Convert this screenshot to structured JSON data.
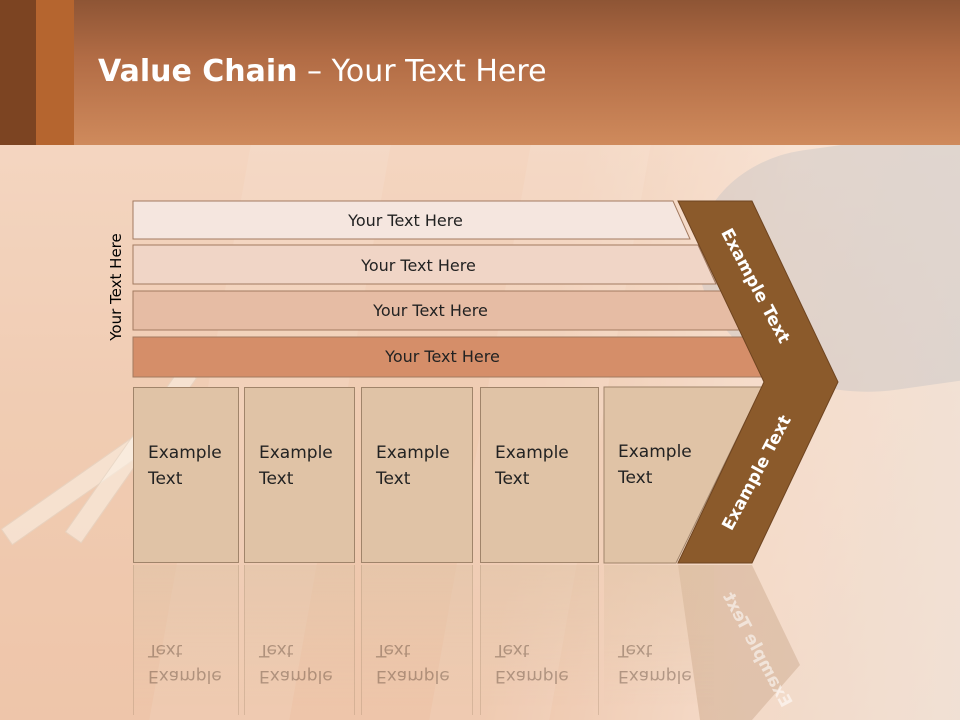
{
  "slide": {
    "title_bold": "Value Chain",
    "title_rest": " – Your Text Here",
    "side_label": "Your Text Here"
  },
  "bars": [
    {
      "label": "Your Text Here"
    },
    {
      "label": "Your Text Here"
    },
    {
      "label": "Your Text Here"
    },
    {
      "label": "Your Text Here"
    }
  ],
  "boxes": [
    {
      "line1": "Example",
      "line2": "Text"
    },
    {
      "line1": "Example",
      "line2": "Text"
    },
    {
      "line1": "Example",
      "line2": "Text"
    },
    {
      "line1": "Example",
      "line2": "Text"
    },
    {
      "line1": "Example",
      "line2": "Text"
    }
  ],
  "chevron": {
    "upper_label": "Example Text",
    "lower_label": "Example Text"
  },
  "colors": {
    "header": "#b26c45",
    "chevron": "#8b5a2b",
    "bar_1": "#f5e6df",
    "bar_2": "#f0d5c6",
    "bar_3": "#e6bca4",
    "bar_4": "#d58e69",
    "box": "#e0c3a6"
  }
}
